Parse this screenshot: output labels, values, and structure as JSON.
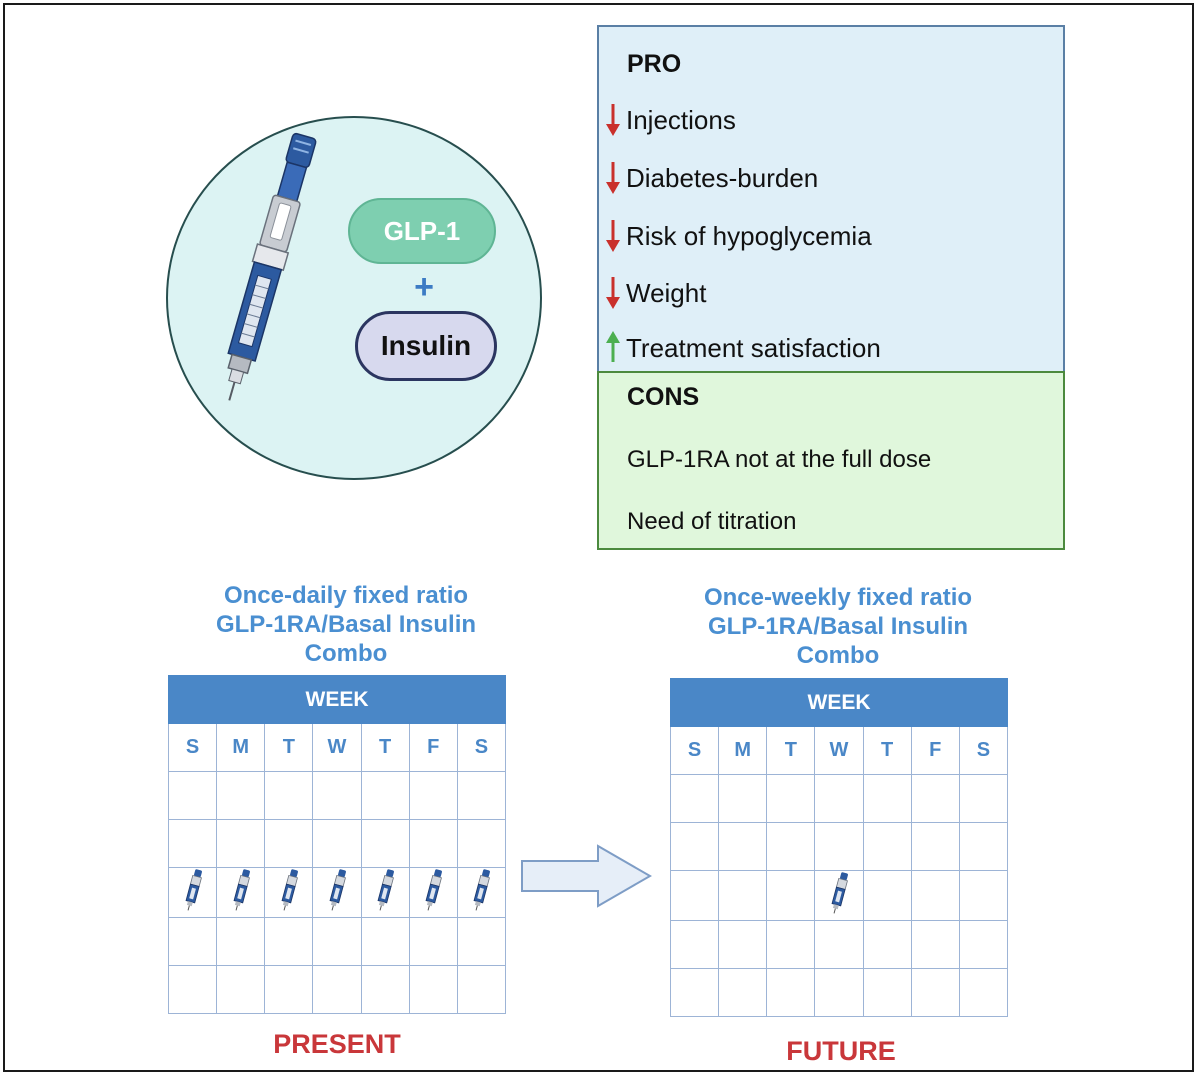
{
  "left_panel": {
    "pill_glp": "GLP-1",
    "plus_sign": "+",
    "pill_insulin": "Insulin",
    "colors": {
      "circle_bg": "#dcf3f3",
      "glp_pill": "#7ecfb0",
      "insulin_pill": "#d7d9ee",
      "plus": "#3c7bc4"
    }
  },
  "pro": {
    "title": "PRO",
    "items": [
      {
        "label": "Injections",
        "direction": "down"
      },
      {
        "label": "Diabetes-burden",
        "direction": "down"
      },
      {
        "label": "Risk of hypoglycemia",
        "direction": "down"
      },
      {
        "label": "Weight",
        "direction": "down"
      },
      {
        "label": "Treatment satisfaction",
        "direction": "up"
      }
    ],
    "colors": {
      "box_bg": "#dfeff8",
      "down_arrow": "#c9302c",
      "up_arrow": "#4caf50"
    }
  },
  "cons": {
    "title": "CONS",
    "items": [
      "GLP-1RA not at the full dose",
      "Need of titration"
    ],
    "colors": {
      "box_bg": "#e0f7dc"
    }
  },
  "calendars": {
    "present": {
      "title_lines": [
        "Once-daily fixed ratio",
        "GLP-1RA/Basal Insulin",
        "Combo"
      ],
      "header": "WEEK",
      "days": [
        "S",
        "M",
        "T",
        "W",
        "T",
        "F",
        "S"
      ],
      "pen_row": 3,
      "pen_days": [
        0,
        1,
        2,
        3,
        4,
        5,
        6
      ],
      "status": "PRESENT"
    },
    "future": {
      "title_lines": [
        "Once-weekly fixed ratio",
        "GLP-1RA/Basal Insulin",
        "Combo"
      ],
      "header": "WEEK",
      "days": [
        "S",
        "M",
        "T",
        "W",
        "T",
        "F",
        "S"
      ],
      "pen_row": 3,
      "pen_days": [
        3
      ],
      "status": "FUTURE"
    },
    "colors": {
      "header_bg": "#4a87c7",
      "title": "#4a8fd1",
      "status": "#c9373a",
      "grid": "#9db4d6"
    }
  }
}
